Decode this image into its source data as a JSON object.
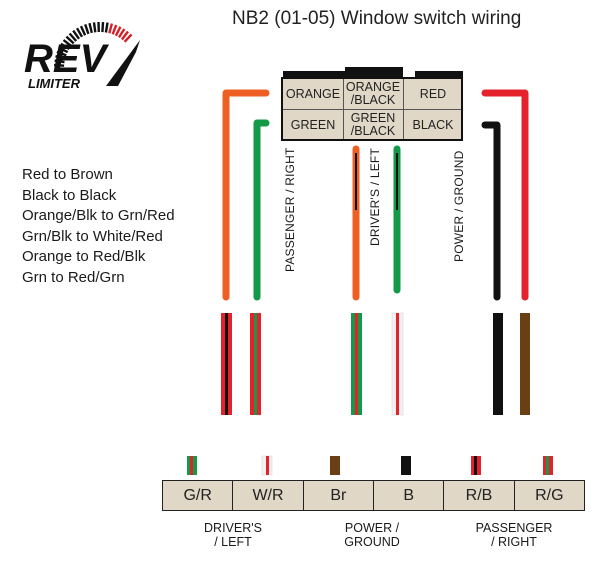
{
  "logo": {
    "text_main": "REV",
    "text_sub": "LIMITER"
  },
  "title": "NB2 (01-05) Window switch wiring",
  "notes": [
    "Red to Brown",
    "Black to Black",
    "Orange/Blk to Grn/Red",
    "Grn/Blk to White/Red",
    "Orange to Red/Blk",
    "Grn to Red/Grn"
  ],
  "top_connector": {
    "pins": [
      {
        "line1": "ORANGE",
        "line2": ""
      },
      {
        "line1": "ORANGE",
        "line2": "/BLACK"
      },
      {
        "line1": "RED",
        "line2": ""
      },
      {
        "line1": "GREEN",
        "line2": ""
      },
      {
        "line1": "GREEN",
        "line2": "/BLACK"
      },
      {
        "line1": "BLACK",
        "line2": ""
      }
    ]
  },
  "vertical_labels": [
    "PASSENGER / RIGHT",
    "DRIVER'S / LEFT",
    "POWER / GROUND"
  ],
  "bottom_connector": {
    "pins": [
      "G/R",
      "W/R",
      "Br",
      "B",
      "R/B",
      "R/G"
    ]
  },
  "groups": [
    {
      "line1": "DRIVER'S",
      "line2": "/ LEFT"
    },
    {
      "line1": "POWER /",
      "line2": "GROUND"
    },
    {
      "line1": "PASSENGER",
      "line2": "/ RIGHT"
    }
  ],
  "colors": {
    "orange": "#ee5f24",
    "green": "#139a48",
    "red": "#e3222b",
    "black": "#111111",
    "brown": "#6a3f14",
    "white": "#f4f4f4",
    "connector_fill": "#e0d7c6",
    "logo_red": "#d42027"
  }
}
